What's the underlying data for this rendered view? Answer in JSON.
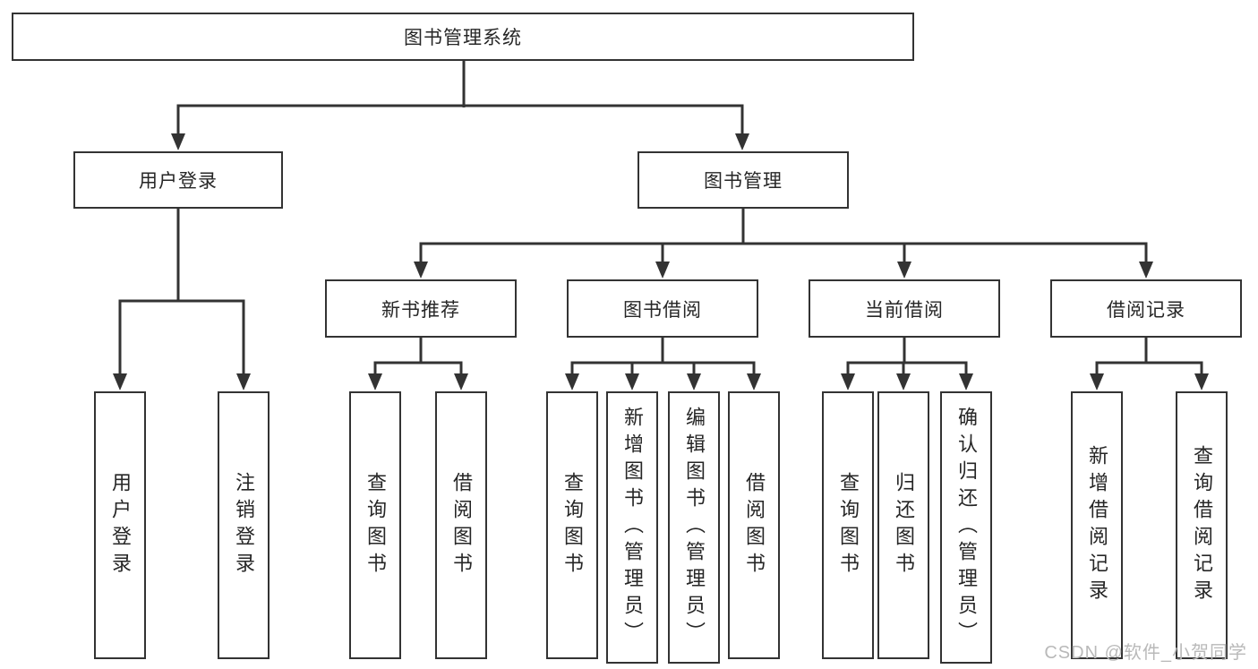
{
  "diagram_title": "图书管理系统",
  "tree": {
    "root": {
      "label": "图书管理系统",
      "children": [
        {
          "label": "用户登录",
          "children": [
            {
              "label": "用户登录"
            },
            {
              "label": "注销登录"
            }
          ]
        },
        {
          "label": "图书管理",
          "children": [
            {
              "label": "新书推荐",
              "children": [
                {
                  "label": "查询图书"
                },
                {
                  "label": "借阅图书"
                }
              ]
            },
            {
              "label": "图书借阅",
              "children": [
                {
                  "label": "查询图书"
                },
                {
                  "label": "新增图书（管理员）"
                },
                {
                  "label": "编辑图书（管理员）"
                },
                {
                  "label": "借阅图书"
                }
              ]
            },
            {
              "label": "当前借阅",
              "children": [
                {
                  "label": "查询图书"
                },
                {
                  "label": "归还图书"
                },
                {
                  "label": "确认归还（管理员）"
                }
              ]
            },
            {
              "label": "借阅记录",
              "children": [
                {
                  "label": "新增借阅记录"
                },
                {
                  "label": "查询借阅记录"
                }
              ]
            }
          ]
        }
      ]
    }
  },
  "watermark": "CSDN @软件_小贺同学",
  "colors": {
    "line": "#333333",
    "text": "#262626",
    "background": "#ffffff",
    "watermark": "#b9b9b9"
  }
}
